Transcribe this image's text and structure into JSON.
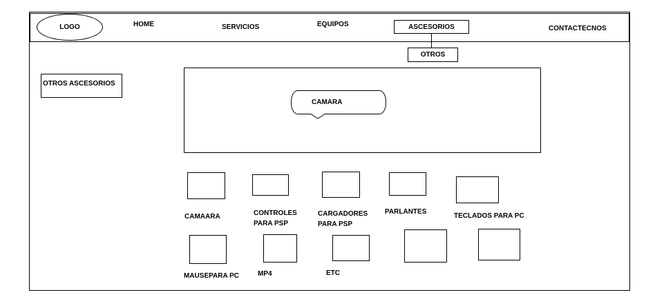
{
  "nav": {
    "logo": "LOGO",
    "home": "HOME",
    "servicios": "SERVICIOS",
    "equipos": "EQUIPOS",
    "accesorios": "ASCESORIOS",
    "contacto": "CONTACTECNOS",
    "submenu_otros": "OTROS"
  },
  "sidebar": {
    "title": "OTROS ASCESORIOS"
  },
  "banner": {
    "caption": "CAMARA"
  },
  "products": {
    "row1": [
      "CAMAARA",
      "CONTROLES\nPARA PSP",
      "CARGADORES\nPARA PSP",
      "PARLANTES",
      "TECLADOS PARA PC"
    ],
    "row2": [
      "MAUSEPARA PC",
      "MP4",
      "ETC"
    ]
  }
}
